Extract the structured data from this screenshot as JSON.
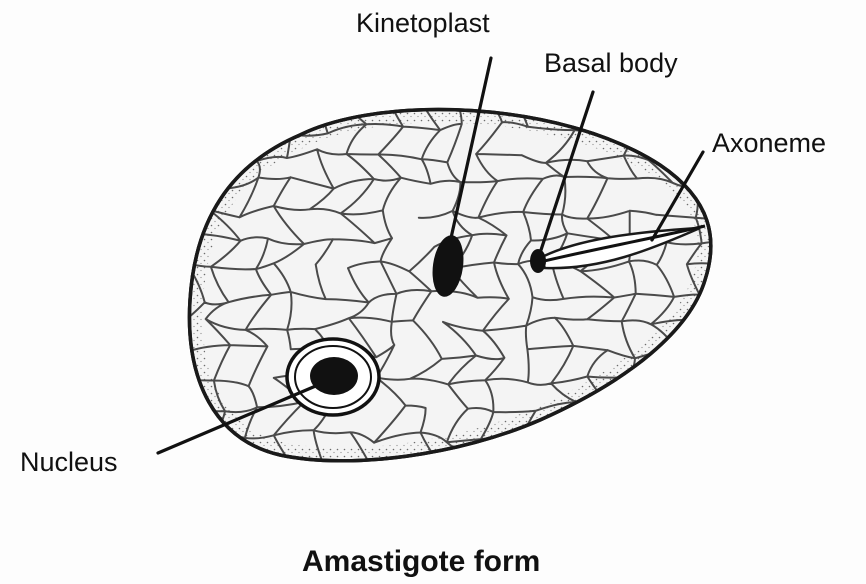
{
  "labels": {
    "kinetoplast": "Kinetoplast",
    "basal_body": "Basal body",
    "axoneme": "Axoneme",
    "nucleus": "Nucleus"
  },
  "caption": "Amastigote form"
}
